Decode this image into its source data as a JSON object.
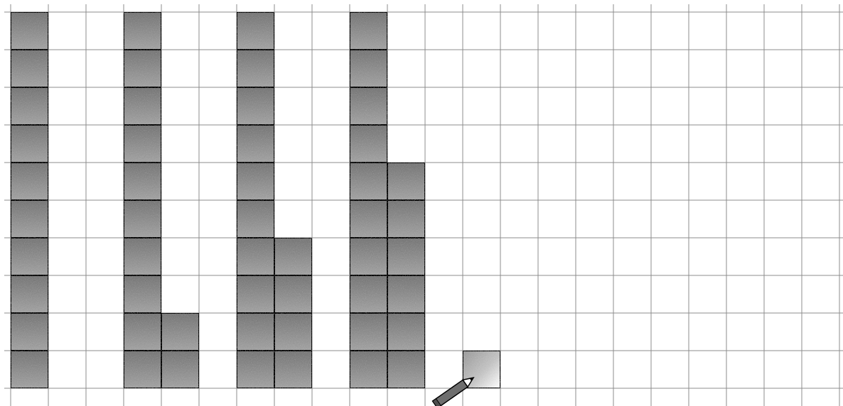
{
  "grid": {
    "line_color": "#8c8c8c",
    "background": "#ffffff"
  },
  "figures": [
    {
      "name": "figure-1",
      "column_heights": [
        10
      ]
    },
    {
      "name": "figure-2",
      "column_heights": [
        10,
        2
      ]
    },
    {
      "name": "figure-3",
      "column_heights": [
        10,
        4
      ]
    },
    {
      "name": "figure-4",
      "column_heights": [
        10,
        6
      ]
    },
    {
      "name": "figure-5-partial",
      "column_heights": [
        1
      ],
      "faded": true
    }
  ],
  "colors": {
    "shade_dark": "#7d7d7d",
    "shade_light": "#a8a8a8",
    "outline": "#000000"
  },
  "tool": {
    "icon": "pencil-icon"
  }
}
